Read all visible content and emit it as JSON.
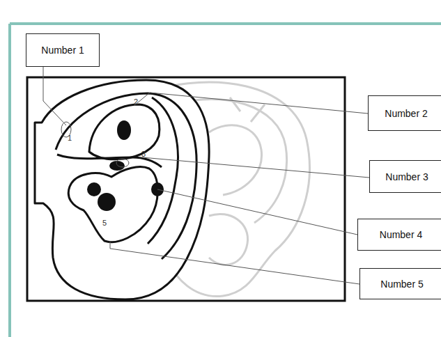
{
  "diagram": {
    "nodes": [
      {
        "text": [
          "Number 1"
        ]
      },
      {
        "text": [
          "Number 2"
        ]
      },
      {
        "text": [
          "Number 3"
        ]
      },
      {
        "text": [
          "Number 4"
        ]
      },
      {
        "text": [
          "Number 5"
        ]
      }
    ],
    "labels": [
      "1",
      "2",
      "3",
      "5"
    ]
  }
}
